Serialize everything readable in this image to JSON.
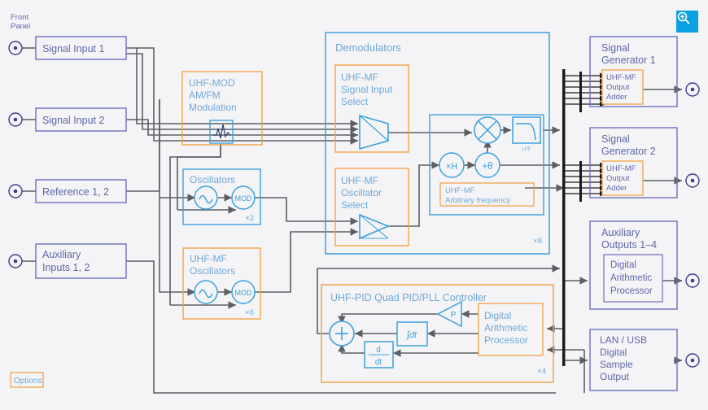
{
  "colors": {
    "background": "#f4f4f6",
    "wire": "#5b5f63",
    "purple": "#6b70bd",
    "purple_text": "#5f68a8",
    "blue": "#3ba0dd",
    "blue_text": "#6fa8d6",
    "orange": "#f0a54a",
    "bus_black": "#1b1b1b",
    "zoom_button": "#0aa1e0"
  },
  "header": {
    "front_panel_label_line1": "Front",
    "front_panel_label_line2": "Panel",
    "zoom_button_icon": "zoom-in-icon"
  },
  "inputs": [
    {
      "id": "signal-input-1",
      "label": "Signal Input 1",
      "lines": [
        "Signal Input 1"
      ]
    },
    {
      "id": "signal-input-2",
      "label": "Signal Input 2",
      "lines": [
        "Signal Input 2"
      ]
    },
    {
      "id": "reference-1-2",
      "label": "Reference 1, 2",
      "lines": [
        "Reference 1, 2"
      ]
    },
    {
      "id": "auxiliary-inputs-1-2",
      "label": "Auxiliary Inputs 1, 2",
      "lines": [
        "Auxiliary",
        "Inputs 1, 2"
      ]
    }
  ],
  "modulation_block": {
    "title_lines": [
      "UHF-MOD",
      "AM/FM",
      "Modulation"
    ],
    "icon": "waveform-icon"
  },
  "oscillators_block": {
    "title": "Oscillators",
    "multiplier": "×2",
    "osc_icon": "sine-wave-icon",
    "mod_label": "MOD"
  },
  "uhfmf_oscillators_block": {
    "title_lines": [
      "UHF-MF",
      "Oscillators"
    ],
    "multiplier": "×6",
    "osc_icon": "sine-wave-icon",
    "mod_label": "MOD"
  },
  "demodulators": {
    "title": "Demodulators",
    "multiplier": "×8",
    "signal_input_select": {
      "title_lines": [
        "UHF-MF",
        "Signal Input",
        "Select"
      ],
      "icon": "mux-trapezoid-icon"
    },
    "oscillator_select": {
      "title_lines": [
        "UHF-MF",
        "Oscillator",
        "Select"
      ],
      "icon": "amplifier-triangle-icon"
    },
    "mixer": {
      "icon": "multiplier-circle-icon"
    },
    "lpf": {
      "label": "LPF",
      "icon": "lowpass-filter-icon"
    },
    "harmonic": {
      "label": "×H"
    },
    "phase": {
      "label": "+θ"
    },
    "arbitrary_frequency": {
      "title_lines": [
        "UHF-MF",
        "Arbitrary frequency"
      ]
    }
  },
  "pid_block": {
    "title": "UHF-PID Quad PID/PLL Controller",
    "multiplier": "×4",
    "sum": {
      "label": "+"
    },
    "proportional": {
      "label": "P"
    },
    "integral": {
      "label": "∫dt"
    },
    "derivative": {
      "label_top": "d",
      "label_bottom": "dt"
    },
    "processor_lines": [
      "Digital",
      "Arithmetic",
      "Processor"
    ]
  },
  "outputs": [
    {
      "id": "signal-generator-1",
      "title_lines": [
        "Signal",
        "Generator 1"
      ],
      "inner": {
        "lines": [
          "UHF-MF",
          "Output",
          "Adder"
        ],
        "style": "orange"
      }
    },
    {
      "id": "signal-generator-2",
      "title_lines": [
        "Signal",
        "Generator 2"
      ],
      "inner": {
        "lines": [
          "UHF-MF",
          "Output",
          "Adder"
        ],
        "style": "orange"
      }
    },
    {
      "id": "auxiliary-outputs-1-4",
      "title_lines": [
        "Auxiliary",
        "Outputs 1–4"
      ],
      "inner": {
        "lines": [
          "Digital",
          "Arithmetic",
          "Processor"
        ],
        "style": "purple"
      }
    },
    {
      "id": "lan-usb-digital-sample-output",
      "title_lines": [
        "LAN / USB",
        "Digital",
        "Sample",
        "Output"
      ],
      "inner": null
    }
  ],
  "legend": {
    "options_label": "Options"
  }
}
